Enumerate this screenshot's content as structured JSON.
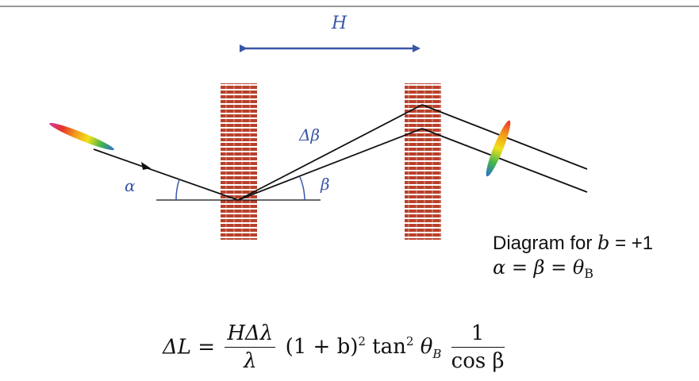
{
  "labels": {
    "H": "H",
    "alpha": "α",
    "beta": "β",
    "delta_beta": "Δβ"
  },
  "caption": {
    "line1_text": "Diagram for ",
    "line1_var": "b",
    "line1_rest": " = +1",
    "line2_eq": "α = β = θ",
    "line2_sub": "B"
  },
  "formula": {
    "lhs": "ΔL =",
    "frac1_num": "HΔλ",
    "frac1_den": "λ",
    "mid_part": "(1 + b)",
    "exp2": "2",
    "tan": "tan",
    "theta": "θ",
    "sub_B": "B",
    "frac2_num": "1",
    "frac2_den": "cos β"
  },
  "colors": {
    "label_blue": "#3a56a8",
    "grating": "#b9412b",
    "ray": "#111111",
    "arrow": "#3a56a8"
  }
}
